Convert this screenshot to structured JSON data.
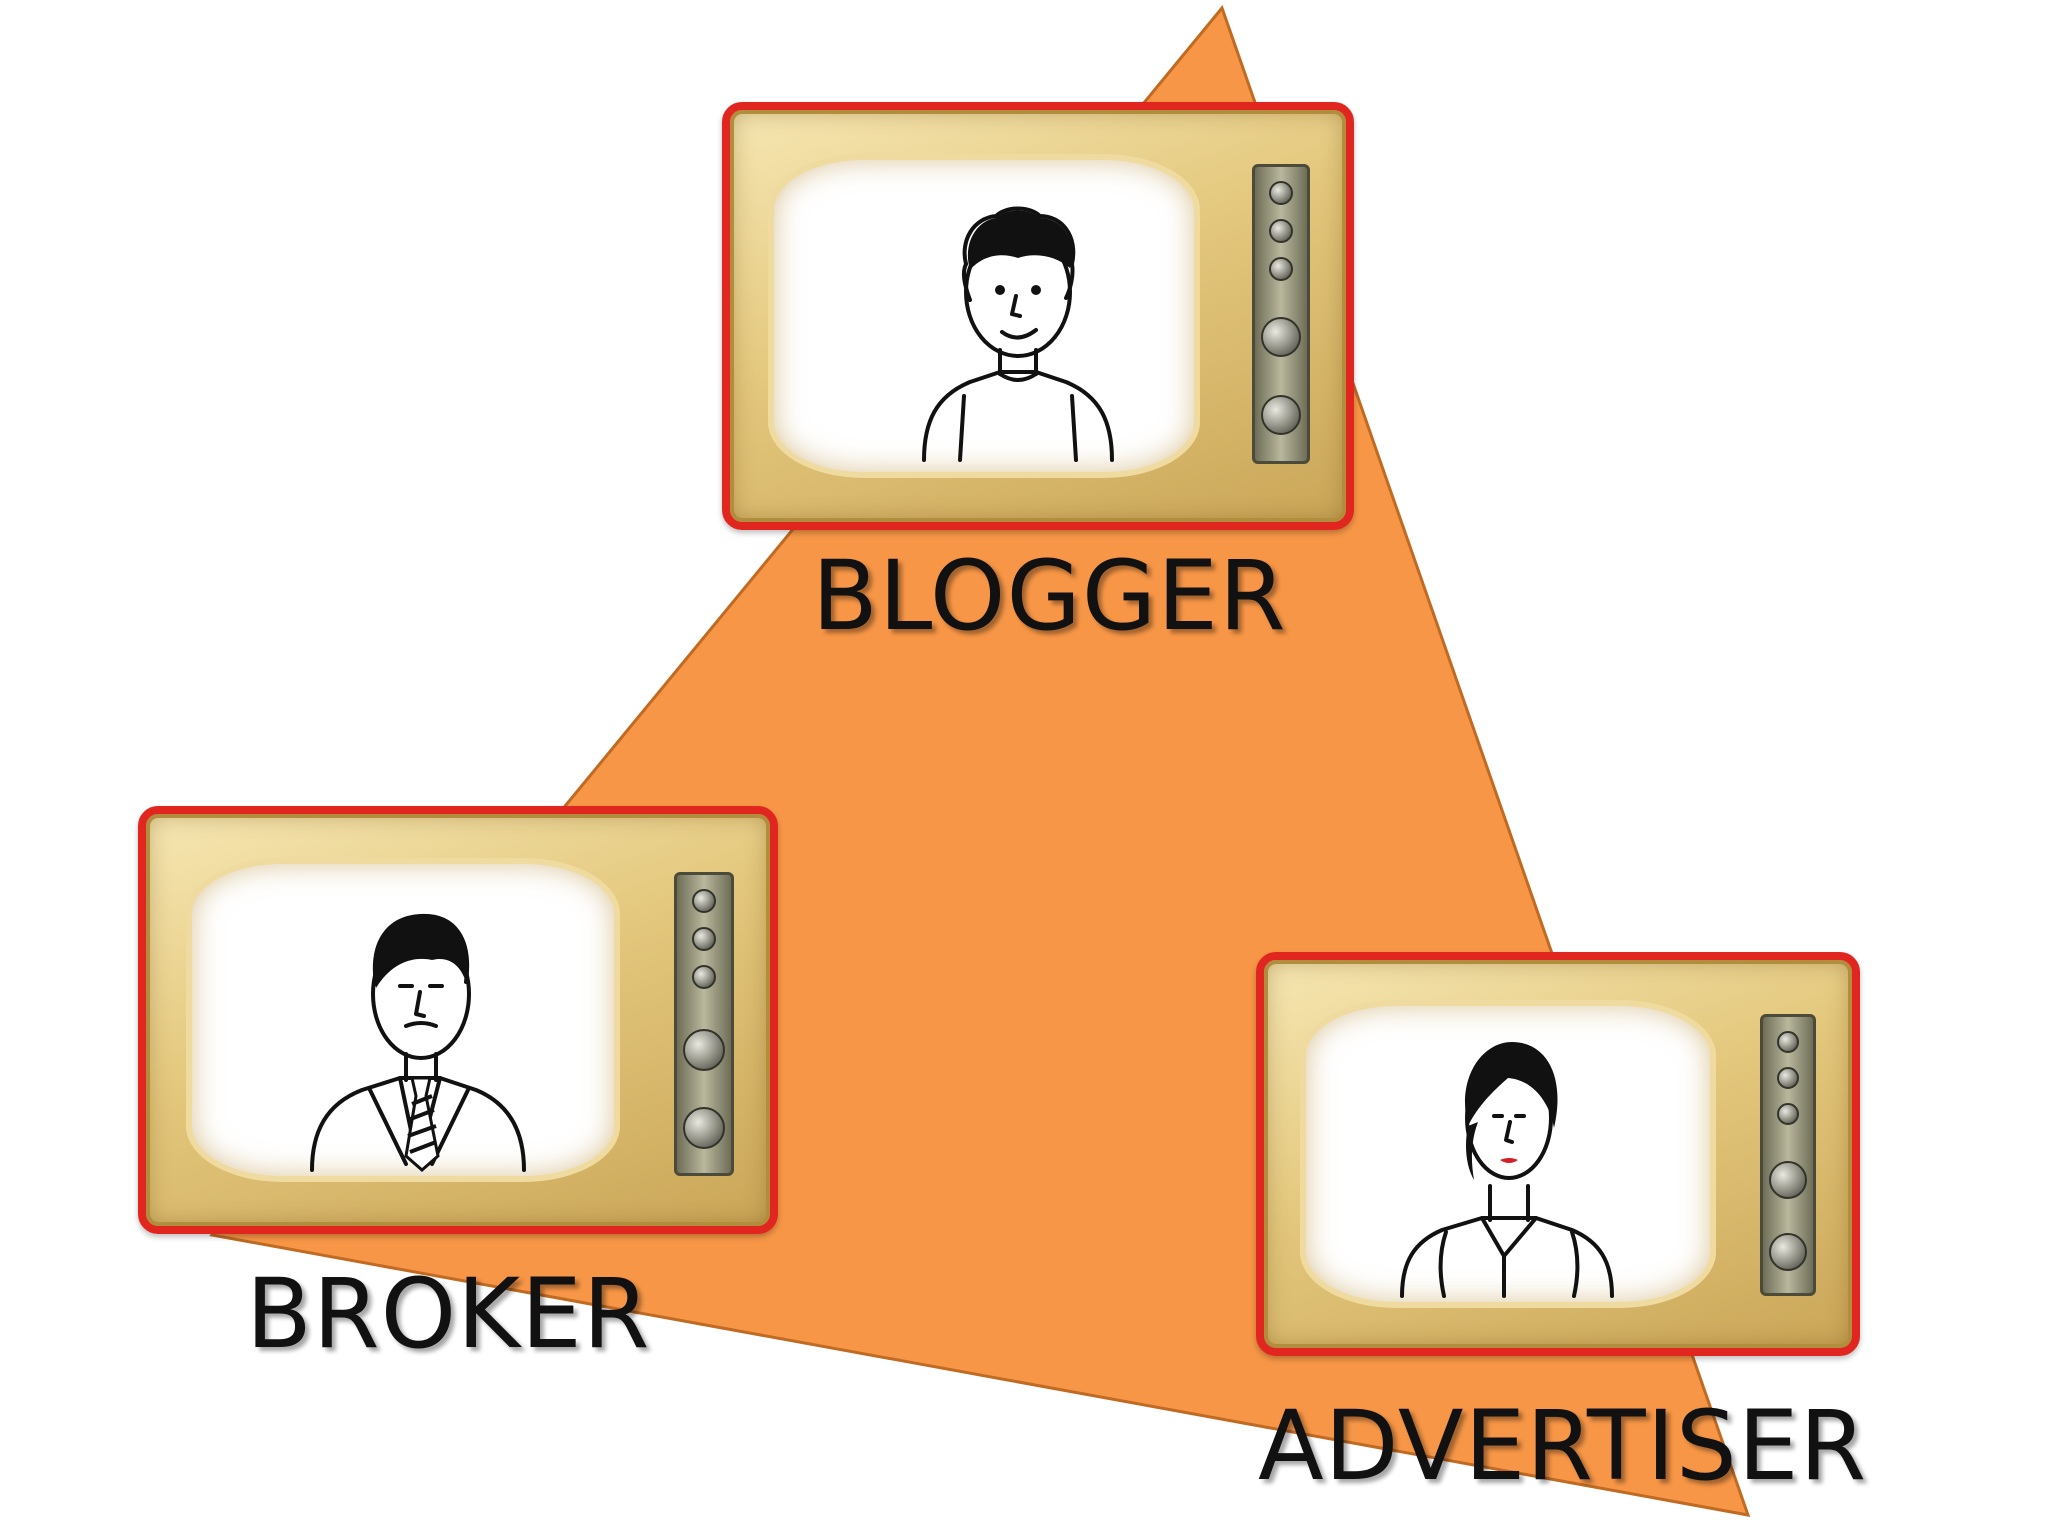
{
  "colors": {
    "triangle_fill": "#f79646",
    "triangle_stroke": "#c06a22",
    "tv_frame": "#e0261f",
    "label_text": "#111111"
  },
  "nodes": [
    {
      "id": "blogger",
      "label": "BLOGGER",
      "icon": "blogger-portrait-icon"
    },
    {
      "id": "broker",
      "label": "BROKER",
      "icon": "broker-portrait-icon"
    },
    {
      "id": "advertiser",
      "label": "ADVERTISER",
      "icon": "advertiser-portrait-icon"
    }
  ]
}
